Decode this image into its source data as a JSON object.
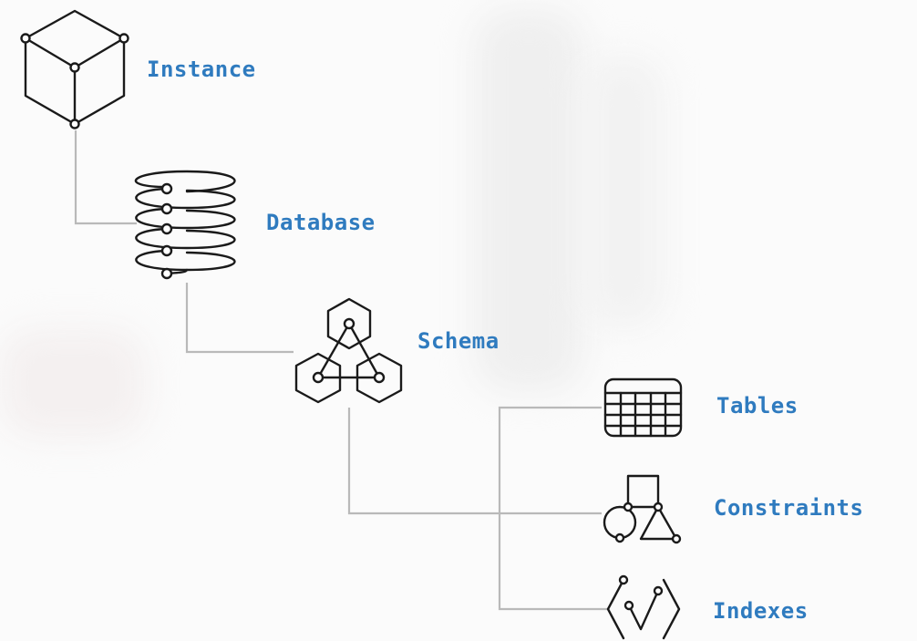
{
  "diagram": {
    "nodes": [
      {
        "id": "instance",
        "label": "Instance",
        "icon": "cube-icon"
      },
      {
        "id": "database",
        "label": "Database",
        "icon": "database-coil-icon"
      },
      {
        "id": "schema",
        "label": "Schema",
        "icon": "schema-hexagons-icon"
      },
      {
        "id": "tables",
        "label": "Tables",
        "icon": "table-grid-icon"
      },
      {
        "id": "constraints",
        "label": "Constraints",
        "icon": "constraint-shapes-icon"
      },
      {
        "id": "indexes",
        "label": "Indexes",
        "icon": "index-checkmark-icon"
      }
    ],
    "edges": [
      {
        "from": "instance",
        "to": "database"
      },
      {
        "from": "database",
        "to": "schema"
      },
      {
        "from": "schema",
        "to": "tables"
      },
      {
        "from": "schema",
        "to": "constraints"
      },
      {
        "from": "schema",
        "to": "indexes"
      }
    ],
    "colors": {
      "label": "#2f7bbf",
      "icon": "#1a1a1a",
      "connector": "#b9b9b9",
      "background": "#fbfbfb"
    }
  }
}
